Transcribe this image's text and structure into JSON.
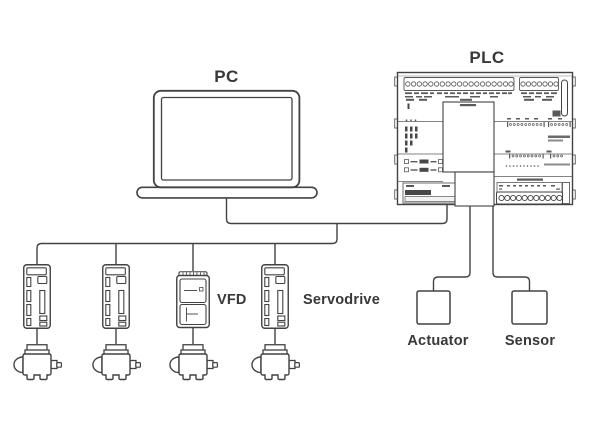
{
  "diagram": {
    "type": "industrial-automation-topology",
    "labels": {
      "pc": "PC",
      "plc": "PLC",
      "vfd": "VFD",
      "servodrive": "Servodrive",
      "actuator": "Actuator",
      "sensor": "Sensor"
    },
    "nodes": [
      {
        "id": "pc",
        "label": "PC",
        "kind": "laptop"
      },
      {
        "id": "plc",
        "label": "PLC",
        "kind": "plc-module"
      },
      {
        "id": "drive-1",
        "label": "",
        "kind": "servodrive"
      },
      {
        "id": "drive-2",
        "label": "",
        "kind": "servodrive"
      },
      {
        "id": "drive-3",
        "label": "VFD",
        "kind": "variable-frequency-drive"
      },
      {
        "id": "drive-4",
        "label": "Servodrive",
        "kind": "servodrive"
      },
      {
        "id": "motor-1",
        "label": "",
        "kind": "motor"
      },
      {
        "id": "motor-2",
        "label": "",
        "kind": "motor"
      },
      {
        "id": "motor-3",
        "label": "",
        "kind": "motor"
      },
      {
        "id": "motor-4",
        "label": "",
        "kind": "motor"
      },
      {
        "id": "actuator",
        "label": "Actuator",
        "kind": "io-box"
      },
      {
        "id": "sensor",
        "label": "Sensor",
        "kind": "io-box"
      }
    ],
    "connections": [
      {
        "from": "pc",
        "to": "plc"
      },
      {
        "from": "pc",
        "to": "drive-1"
      },
      {
        "from": "pc",
        "to": "drive-2"
      },
      {
        "from": "pc",
        "to": "drive-3"
      },
      {
        "from": "pc",
        "to": "drive-4"
      },
      {
        "from": "drive-1",
        "to": "motor-1"
      },
      {
        "from": "drive-2",
        "to": "motor-2"
      },
      {
        "from": "drive-3",
        "to": "motor-3"
      },
      {
        "from": "drive-4",
        "to": "motor-4"
      },
      {
        "from": "plc",
        "to": "actuator"
      },
      {
        "from": "plc",
        "to": "sensor"
      }
    ],
    "colors": {
      "background": "#ffffff",
      "line": "#424242",
      "detail": "#5a5a5a",
      "text": "#383838"
    }
  }
}
